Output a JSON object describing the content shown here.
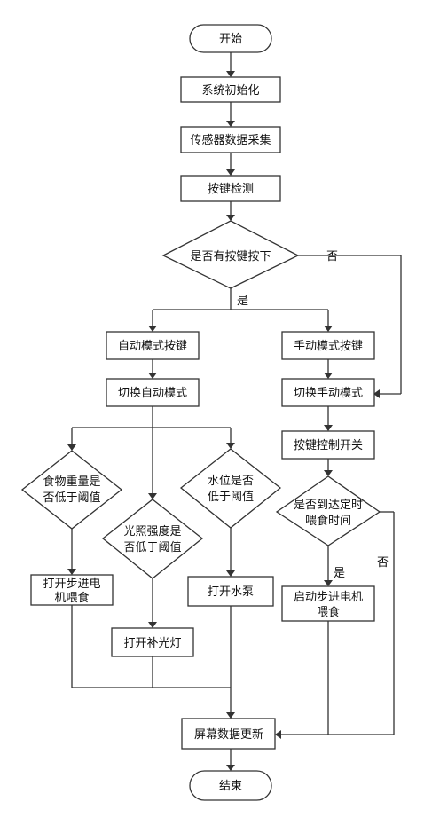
{
  "nodes": {
    "start": "开始",
    "init": "系统初始化",
    "sensor": "传感器数据采集",
    "key_detect": "按键检测",
    "key_pressed_q": "是否有按键按下",
    "auto_key": "自动模式按键",
    "manual_key": "手动模式按键",
    "switch_auto": "切换自动模式",
    "switch_manual": "切换手动模式",
    "key_control": "按键控制开关",
    "food_q_line1": "食物重量是",
    "food_q_line2": "否低于阈值",
    "light_q_line1": "光照强度是",
    "light_q_line2": "否低于阈值",
    "water_q_line1": "水位是否",
    "water_q_line2": "低于阈值",
    "time_q_line1": "是否到达定时",
    "time_q_line2": "喂食时间",
    "stepper_feed_line1": "打开步进电",
    "stepper_feed_line2": "机喂食",
    "fill_light": "打开补光灯",
    "pump": "打开水泵",
    "start_stepper_line1": "启动步进电机",
    "start_stepper_line2": "喂食",
    "screen_update": "屏幕数据更新",
    "end": "结束"
  },
  "edge_labels": {
    "yes_main": "是",
    "no_main": "否",
    "yes_time": "是",
    "no_time": "否"
  }
}
